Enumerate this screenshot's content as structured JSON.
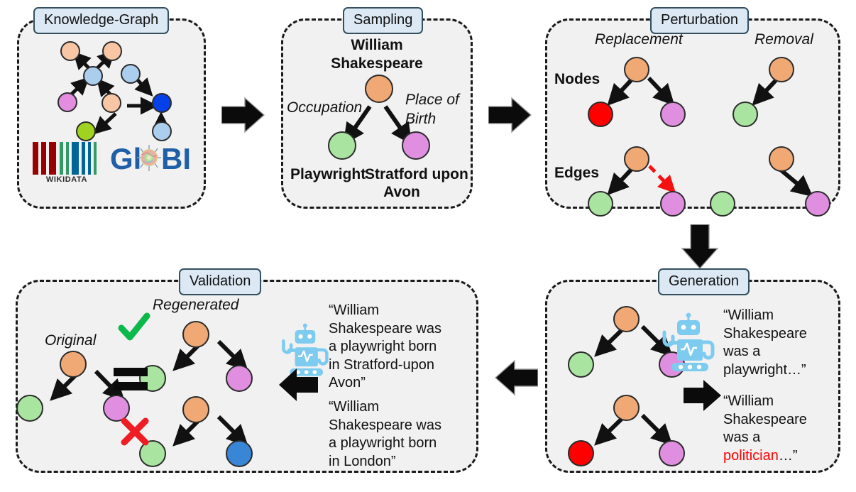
{
  "figure": {
    "title": "Knowledge-graph perturbation and LLM validation pipeline",
    "accents": {
      "panel_fill": "#f1f1f1",
      "panel_border": "#1a1a1a",
      "title_fill": "#dce9f5",
      "title_border": "#33505f",
      "node_orange": "#f0a875",
      "node_green": "#a9e5a0",
      "node_pink": "#e08fe0",
      "node_lightblue": "#a8cdf0",
      "node_blue": "#0540e8",
      "node_darkblue": "#3a86d6",
      "node_red": "#fe0000",
      "node_lime": "#9fd320",
      "node_magenta": "#e58ce0",
      "robot_blue": "#7ecbf0",
      "check_green": "#0bb84a",
      "cross_red": "#ef1c24",
      "error_red": "#ff0000"
    }
  },
  "panels": {
    "knowledge_graph": {
      "title": "Knowledge-Graph",
      "logos": {
        "wikidata": {
          "wordmark": "WIKIDATA",
          "name": "wikidata-logo"
        },
        "globi": {
          "wordmark": "GlOBI",
          "name": "globi-logo"
        }
      }
    },
    "sampling": {
      "title": "Sampling",
      "head_entity": "William\nShakespeare",
      "head_entity_line1": "William",
      "head_entity_line2": "Shakespeare",
      "edge_left_label": "Occupation",
      "edge_right_label": "Place of\nBirth",
      "edge_right_label_line1": "Place of",
      "edge_right_label_line2": "Birth",
      "tail_left_label": "Playwright",
      "tail_right_label": "Stratford upon\nAvon",
      "tail_right_line1": "Stratford upon",
      "tail_right_line2": "Avon"
    },
    "perturbation": {
      "title": "Perturbation",
      "column_headers": [
        "Replacement",
        "Removal"
      ],
      "row_headers": [
        "Nodes",
        "Edges"
      ]
    },
    "generation": {
      "title": "Generation",
      "texts": [
        {
          "id": "generated-clean",
          "segments": [
            {
              "text": "“William Shakespeare was a playwright…”",
              "color": "normal"
            }
          ]
        },
        {
          "id": "generated-perturbed",
          "prefix": "“William Shakespeare was a ",
          "highlight": "politician",
          "suffix": "…”"
        }
      ],
      "clean_line1": "“William",
      "clean_line2": "Shakespeare",
      "clean_line3": "was a",
      "clean_line4": "playwright…”",
      "pert_line1": "“William",
      "pert_line2": "Shakespeare",
      "pert_line3": "was a",
      "pert_line4_highlight": "politician",
      "pert_line4_tail": "…”"
    },
    "validation": {
      "title": "Validation",
      "label_original": "Original",
      "label_regenerated": "Regenerated",
      "equals_symbol": "=",
      "check_symbol": "✓",
      "cross_symbol": "✕",
      "text_match_line1": "“William",
      "text_match_line2": "Shakespeare was",
      "text_match_line3": "a playwright born",
      "text_match_line4": "in Stratford-upon",
      "text_match_line5": "Avon”",
      "text_mismatch_line1": "“William",
      "text_mismatch_line2": "Shakespeare was",
      "text_mismatch_line3": "a playwright born",
      "text_mismatch_line4": "in London”"
    }
  },
  "flow_arrows": [
    {
      "name": "arrow-kg-to-sampling",
      "direction": "right"
    },
    {
      "name": "arrow-sampling-to-perturbation",
      "direction": "right"
    },
    {
      "name": "arrow-perturbation-to-generation",
      "direction": "down"
    },
    {
      "name": "arrow-generation-to-validation",
      "direction": "left"
    },
    {
      "name": "arrow-generation-inner",
      "direction": "right"
    },
    {
      "name": "arrow-validation-inner",
      "direction": "left"
    }
  ]
}
